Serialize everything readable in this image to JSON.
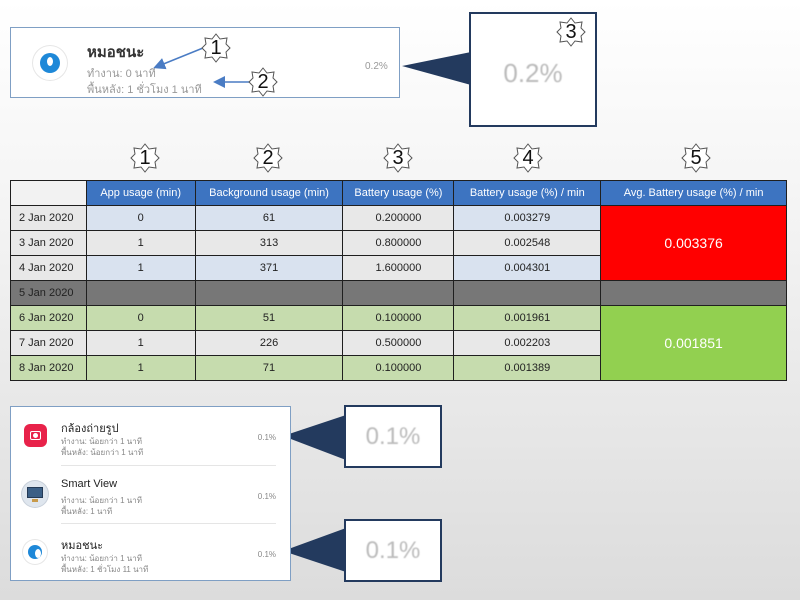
{
  "top_card": {
    "app_name": "หมอชนะ",
    "active": "ทำงาน: 0 นาที",
    "background": "พื้นหลัง: 1 ชั่วโมง 1 นาที",
    "percent": "0.2%",
    "zoom_value": "0.2%",
    "callouts": [
      "1",
      "2",
      "3"
    ]
  },
  "column_callouts": [
    "1",
    "2",
    "3",
    "4",
    "5"
  ],
  "table": {
    "headers": [
      "",
      "App usage (min)",
      "Background usage (min)",
      "Battery usage (%)",
      "Battery usage (%) / min",
      "Avg. Battery usage (%) / min"
    ],
    "rows": [
      [
        "2 Jan 2020",
        "0",
        "61",
        "0.200000",
        "0.003279"
      ],
      [
        "3 Jan 2020",
        "1",
        "313",
        "0.800000",
        "0.002548"
      ],
      [
        "4 Jan 2020",
        "1",
        "371",
        "1.600000",
        "0.004301"
      ],
      [
        "5 Jan 2020",
        "",
        "",
        "",
        ""
      ],
      [
        "6 Jan 2020",
        "0",
        "51",
        "0.100000",
        "0.001961"
      ],
      [
        "7 Jan 2020",
        "1",
        "226",
        "0.500000",
        "0.002203"
      ],
      [
        "8 Jan 2020",
        "1",
        "71",
        "0.100000",
        "0.001389"
      ]
    ],
    "avg_before": "0.003376",
    "avg_after": "0.001851"
  },
  "list_card": {
    "items": [
      {
        "name": "กล้องถ่ายรูป",
        "active": "ทำงาน: น้อยกว่า 1 นาที",
        "background": "พื้นหลัง: น้อยกว่า 1 นาที",
        "percent": "0.1%",
        "icon": "camera-icon"
      },
      {
        "name": "Smart View",
        "active": "ทำงาน: น้อยกว่า 1 นาที",
        "background": "พื้นหลัง: 1 นาที",
        "percent": "0.1%",
        "icon": "smart-view-icon"
      },
      {
        "name": "หมอชนะ",
        "active": "ทำงาน: น้อยกว่า 1 นาที",
        "background": "พื้นหลัง: 1 ชั่วโมง 11 นาที",
        "percent": "0.1%",
        "icon": "morchana-icon"
      }
    ],
    "zoom_values": [
      "0.1%",
      "0.1%"
    ]
  },
  "colors": {
    "header_blue": "#3d74c1",
    "row_blue": "#d9e2ef",
    "row_green": "#c6dcae",
    "avg_red": "#ff0000",
    "avg_green": "#92d050",
    "callout_navy": "#233a5e"
  }
}
